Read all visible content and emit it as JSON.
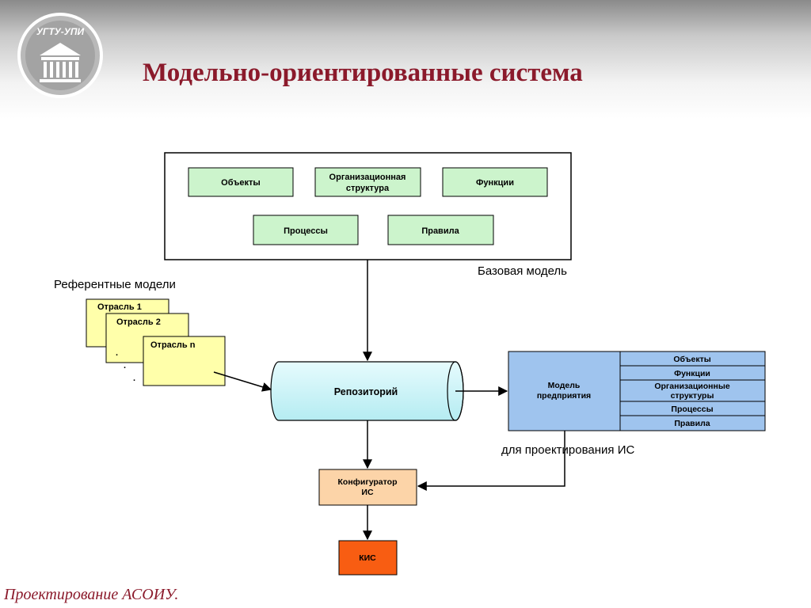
{
  "slide": {
    "logo_text": "УГТУ-УПИ",
    "title": "Модельно-ориентированные система",
    "footer": "Проектирование АСОИУ."
  },
  "diagram": {
    "base_model": {
      "label": "Базовая модель",
      "items": [
        "Объекты",
        "Организационная",
        "структура",
        "Функции",
        "Процессы",
        "Правила"
      ]
    },
    "reference_models": {
      "label": "Референтные модели",
      "sheets": [
        "Отрасль 1",
        "Отрасль 2",
        "Отрасль n"
      ],
      "ellipsis": "."
    },
    "repository": "Репозиторий",
    "enterprise_model": {
      "title_line1": "Модель",
      "title_line2": "предприятия",
      "caption": "для проектирования ИС",
      "rows": [
        "Объекты",
        "Функции",
        "Организационные",
        "структуры",
        "Процессы",
        "Правила"
      ]
    },
    "configurator": {
      "line1": "Конфигуратор",
      "line2": "ИС"
    },
    "kis": "КИС"
  },
  "colors": {
    "title": "#8b1a2b",
    "green_box": "#ccf4cc",
    "yellow_sheet": "#ffffaa",
    "repository": "#cdf3f7",
    "enterprise": "#9fc4ee",
    "configurator": "#fcd4a8",
    "kis": "#f85d12"
  }
}
